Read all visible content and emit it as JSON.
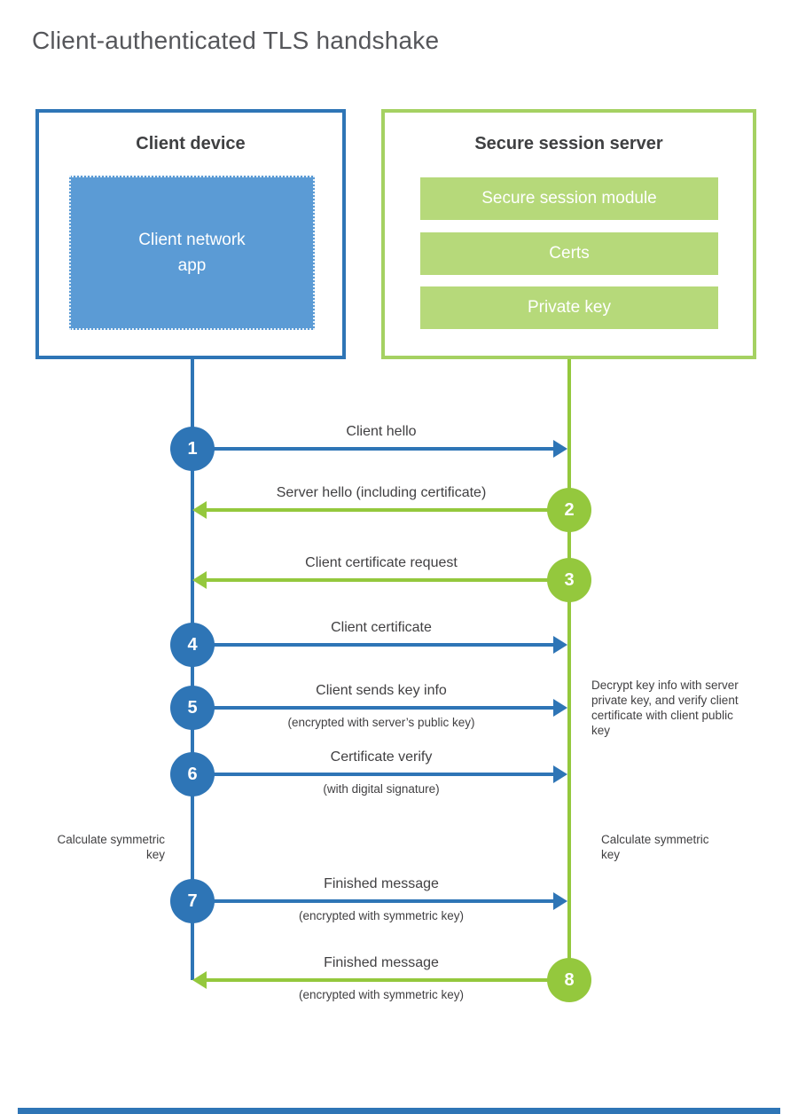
{
  "title": "Client-authenticated TLS handshake",
  "colors": {
    "blue_primary": "#2e75b6",
    "blue_fill": "#5b9bd5",
    "green_primary": "#94c83d",
    "green_border": "#a5d162",
    "green_fill": "#b6d97a",
    "text": "#414042"
  },
  "client": {
    "title": "Client device",
    "app_label": "Client network app"
  },
  "server": {
    "title": "Secure session server",
    "modules": [
      {
        "label": "Secure session module"
      },
      {
        "label": "Certs"
      },
      {
        "label": "Private key"
      }
    ]
  },
  "messages": [
    {
      "num": "1",
      "label": "Client hello",
      "subtitle": "",
      "direction": "right",
      "color": "blue"
    },
    {
      "num": "2",
      "label": "Server hello (including certificate)",
      "subtitle": "",
      "direction": "left",
      "color": "green"
    },
    {
      "num": "3",
      "label": "Client certificate request",
      "subtitle": "",
      "direction": "left",
      "color": "green"
    },
    {
      "num": "4",
      "label": "Client certificate",
      "subtitle": "",
      "direction": "right",
      "color": "blue"
    },
    {
      "num": "5",
      "label": "Client sends key info",
      "subtitle": "(encrypted with server’s public key)",
      "direction": "right",
      "color": "blue"
    },
    {
      "num": "6",
      "label": "Certificate verify",
      "subtitle": "(with digital signature)",
      "direction": "right",
      "color": "blue"
    },
    {
      "num": "7",
      "label": "Finished message",
      "subtitle": "(encrypted with symmetric key)",
      "direction": "right",
      "color": "blue"
    },
    {
      "num": "8",
      "label": "Finished message",
      "subtitle": "(encrypted with symmetric key)",
      "direction": "left",
      "color": "green"
    }
  ],
  "notes": {
    "decrypt": "Decrypt key info with server private key, and verify client certificate with client public key",
    "calc_left": "Calculate symmetric key",
    "calc_right": "Calculate symmetric key"
  }
}
